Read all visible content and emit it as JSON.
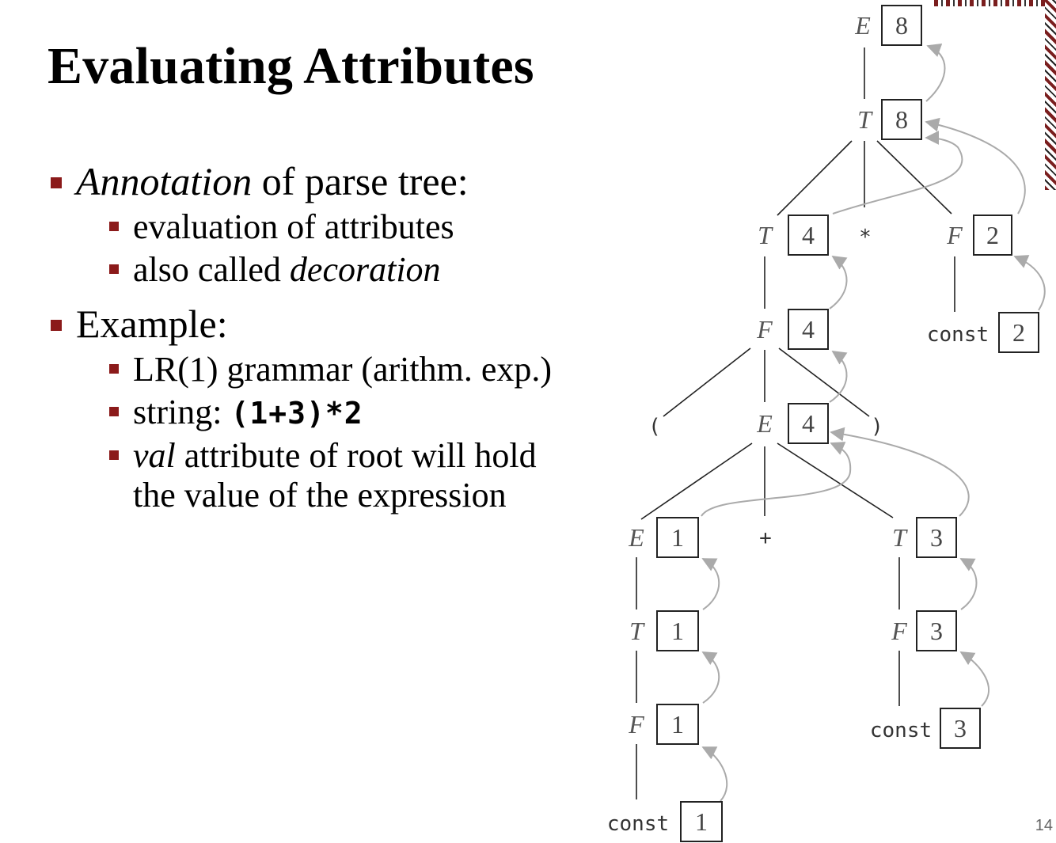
{
  "slide": {
    "title": "Evaluating Attributes",
    "page_number": "14",
    "bullets": {
      "b1_em": "Annotation",
      "b1_rest": " of parse tree:",
      "b1_sub1": "evaluation of attributes",
      "b1_sub2_pre": "also called ",
      "b1_sub2_em": "decoration",
      "b2": "Example:",
      "b2_sub1": "LR(1) grammar (arithm. exp.)",
      "b2_sub2_pre": "string: ",
      "b2_sub2_code": "(1+3)*2",
      "b2_sub3_em": "val",
      "b2_sub3_rest1": " attribute of root will hold",
      "b2_sub3_rest2": "the value of the expression"
    }
  },
  "tree": {
    "nodes": [
      {
        "id": "E_root",
        "label": "E",
        "val": "8"
      },
      {
        "id": "T_top",
        "label": "T",
        "val": "8"
      },
      {
        "id": "T_left",
        "label": "T",
        "val": "4"
      },
      {
        "id": "times",
        "label": "*"
      },
      {
        "id": "F_right",
        "label": "F",
        "val": "2"
      },
      {
        "id": "F_paren",
        "label": "F",
        "val": "4"
      },
      {
        "id": "const_2",
        "label": "const",
        "val": "2"
      },
      {
        "id": "lparen",
        "label": "("
      },
      {
        "id": "E_mid",
        "label": "E",
        "val": "4"
      },
      {
        "id": "rparen",
        "label": ")"
      },
      {
        "id": "E_low",
        "label": "E",
        "val": "1"
      },
      {
        "id": "plus",
        "label": "+"
      },
      {
        "id": "T_r3",
        "label": "T",
        "val": "3"
      },
      {
        "id": "T_l1",
        "label": "T",
        "val": "1"
      },
      {
        "id": "F_r3",
        "label": "F",
        "val": "3"
      },
      {
        "id": "F_l1",
        "label": "F",
        "val": "1"
      },
      {
        "id": "const_3",
        "label": "const",
        "val": "3"
      },
      {
        "id": "const_1",
        "label": "const",
        "val": "1"
      }
    ]
  },
  "colors": {
    "bullet": "#8b1a1a",
    "edge": "#222222",
    "arrow": "#aaaaaa"
  }
}
